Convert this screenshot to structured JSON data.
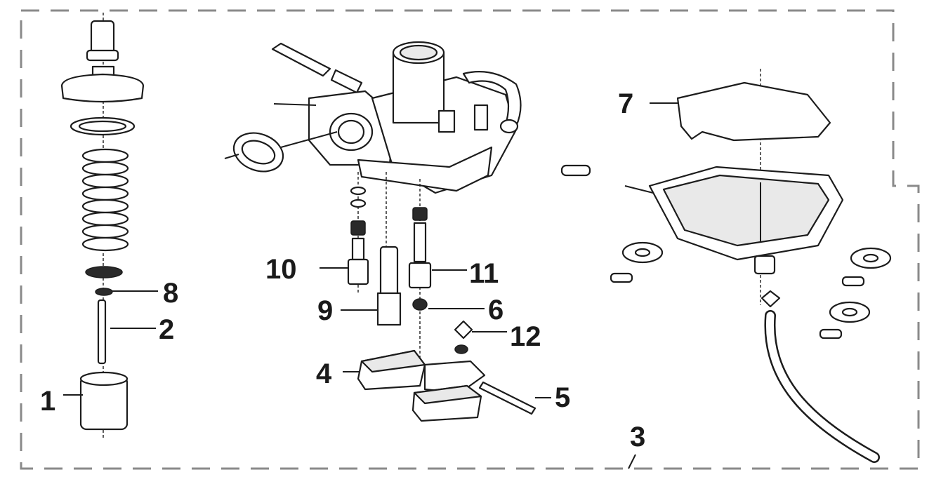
{
  "diagram": {
    "type": "exploded-parts-diagram",
    "subject": "carburetor",
    "callouts": [
      "1",
      "2",
      "3",
      "4",
      "5",
      "6",
      "7",
      "8",
      "9",
      "10",
      "11",
      "12"
    ],
    "colors": {
      "line": "#1c1c1c",
      "frame": "#8a8a8a",
      "background": "#ffffff"
    }
  }
}
